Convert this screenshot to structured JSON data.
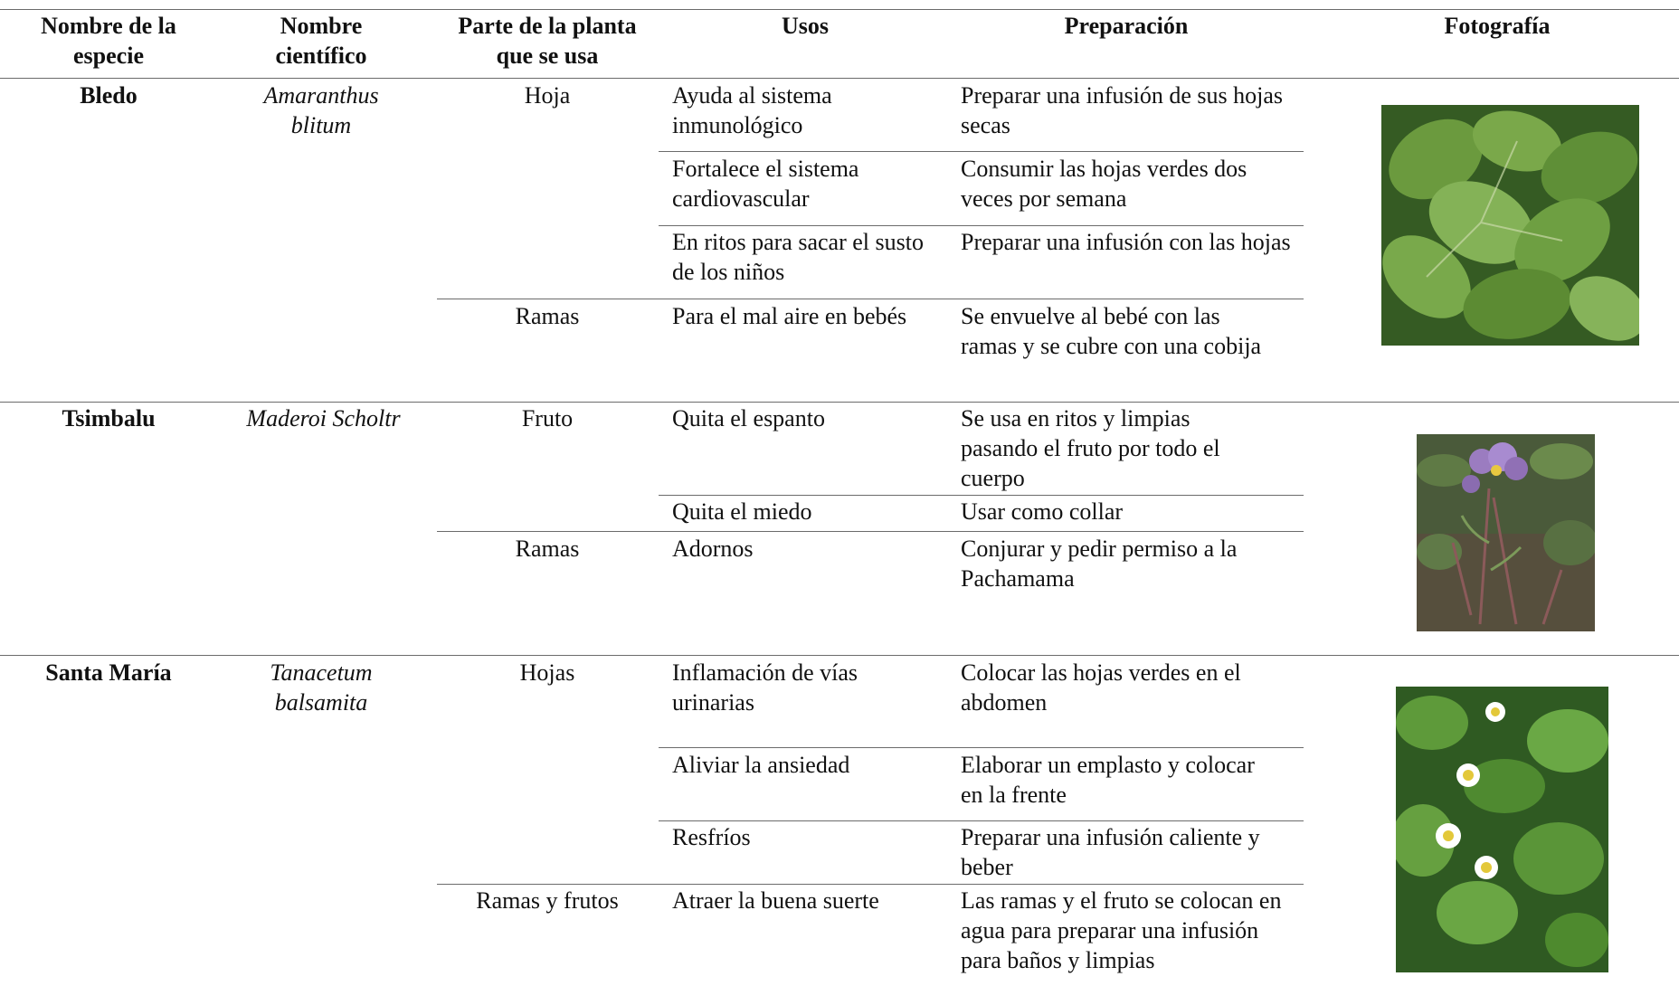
{
  "headers": {
    "especie": "Nombre de la especie",
    "cientifico": "Nombre científico",
    "parte": "Parte de la planta que se usa",
    "usos": "Usos",
    "preparacion": "Preparación",
    "fotografia": "Fotografía"
  },
  "species": [
    {
      "nombre": "Bledo",
      "cientifico": "Amaranthus blitum",
      "photo_icon": "amaranth-photo",
      "parts": [
        {
          "parte": "Hoja",
          "usos": [
            {
              "uso": "Ayuda al sistema inmunológico",
              "prep": "Preparar una infusión de sus hojas secas"
            },
            {
              "uso": "Fortalece el sistema cardiovascular",
              "prep": "Consumir las hojas verdes dos veces por semana"
            },
            {
              "uso": "En ritos para sacar el susto de los niños",
              "prep": "Preparar una infusión con las hojas"
            }
          ]
        },
        {
          "parte": "Ramas",
          "usos": [
            {
              "uso": "Para el mal aire en bebés",
              "prep": "Se envuelve al bebé con las ramas y se cubre con una cobija"
            }
          ]
        }
      ]
    },
    {
      "nombre": "Tsimbalu",
      "cientifico": "Maderoi Scholtr",
      "photo_icon": "purple-flower-photo",
      "parts": [
        {
          "parte": "Fruto",
          "usos": [
            {
              "uso": "Quita el espanto",
              "prep": "Se usa en ritos y limpias pasando el fruto por todo el cuerpo"
            },
            {
              "uso": "Quita el miedo",
              "prep": "Usar como collar"
            }
          ]
        },
        {
          "parte": "Ramas",
          "usos": [
            {
              "uso": "Adornos",
              "prep": "Conjurar y pedir permiso a la Pachamama"
            }
          ]
        }
      ]
    },
    {
      "nombre": "Santa María",
      "cientifico": "Tanacetum balsamita",
      "photo_icon": "daisy-flower-photo",
      "parts": [
        {
          "parte": "Hojas",
          "usos": [
            {
              "uso": "Inflamación de vías urinarias",
              "prep": "Colocar las hojas verdes en el abdomen"
            },
            {
              "uso": "Aliviar la ansiedad",
              "prep": "Elaborar un emplasto y colocar en la frente"
            },
            {
              "uso": "Resfríos",
              "prep": "Preparar una infusión caliente y beber"
            }
          ]
        },
        {
          "parte": "Ramas y frutos",
          "usos": [
            {
              "uso": "Atraer la buena suerte",
              "prep": "Las ramas y el fruto se colocan en agua para preparar una infusión para baños y limpias"
            }
          ]
        }
      ]
    }
  ]
}
